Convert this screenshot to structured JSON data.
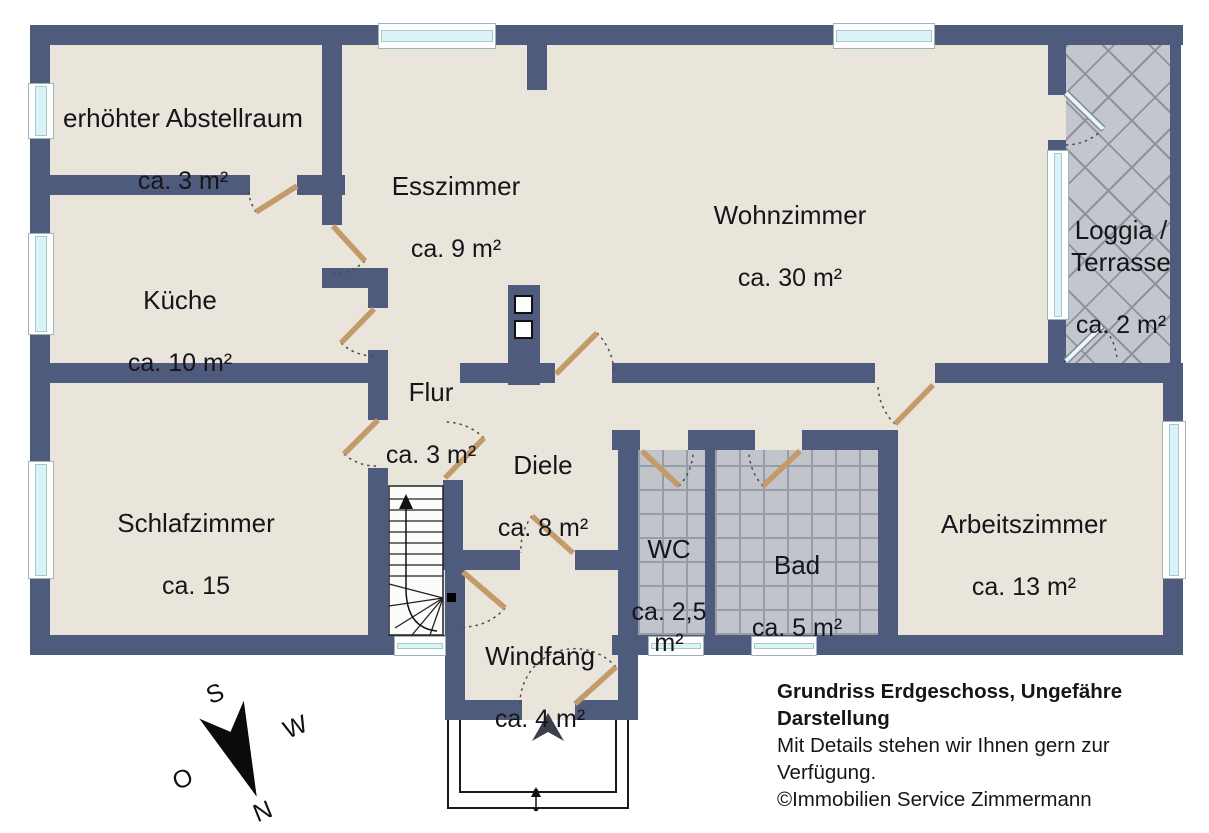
{
  "plan": {
    "rooms": [
      {
        "id": "abstellraum",
        "name": "erhöhter Abstellraum",
        "area": "ca. 3 m²"
      },
      {
        "id": "esszimmer",
        "name": "Esszimmer",
        "area": "ca. 9 m²"
      },
      {
        "id": "wohnzimmer",
        "name": "Wohnzimmer",
        "area": "ca. 30 m²"
      },
      {
        "id": "loggia",
        "name": "Loggia /\nTerrasse",
        "area": "ca. 2 m²"
      },
      {
        "id": "kueche",
        "name": "Küche",
        "area": "ca. 10 m²"
      },
      {
        "id": "flur",
        "name": "Flur",
        "area": "ca. 3 m²"
      },
      {
        "id": "diele",
        "name": "Diele",
        "area": "ca. 8 m²"
      },
      {
        "id": "schlafzimmer",
        "name": "Schlafzimmer",
        "area": "ca. 15"
      },
      {
        "id": "wc",
        "name": "WC",
        "area": "ca. 2,5\nm²"
      },
      {
        "id": "bad",
        "name": "Bad",
        "area": "ca. 5 m²"
      },
      {
        "id": "arbeitszimmer",
        "name": "Arbeitszimmer",
        "area": "ca. 13 m²"
      },
      {
        "id": "windfang",
        "name": "Windfang",
        "area": "ca. 4 m²"
      }
    ],
    "compass": {
      "north": "N",
      "south": "S",
      "west": "W",
      "east": "O"
    },
    "annotation": {
      "title": "Grundriss Erdgeschoss, Ungefähre\nDarstellung",
      "body": "Mit Details stehen wir Ihnen gern zur\nVerfügung.",
      "copyright": "©Immobilien Service Zimmermann"
    },
    "colors": {
      "wall": "#4f5b7d",
      "floor": "#e9e5db",
      "tile": "#c1c4cb",
      "window_glass": "#d9f3f8",
      "door": "#c39b6b"
    }
  }
}
